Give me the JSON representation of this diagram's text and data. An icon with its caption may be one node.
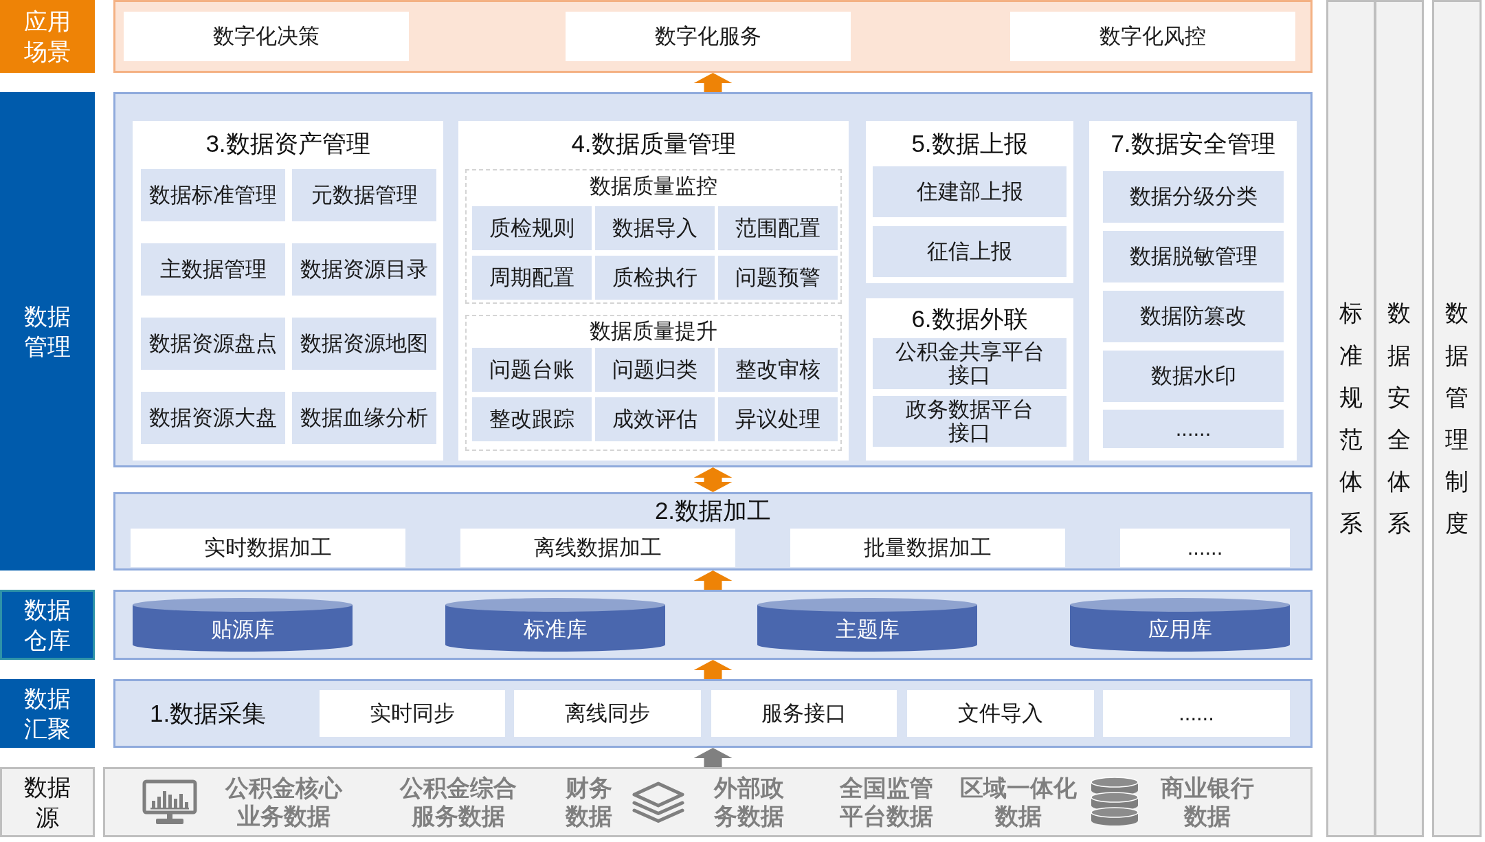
{
  "diagram": {
    "nodes": [
      {
        "text": [
          "应用场景"
        ]
      },
      {
        "text": [],
        "shape": "box"
      },
      {
        "text": [
          "数字化决策"
        ],
        "in": 1
      },
      {
        "text": [
          "数字化服务"
        ],
        "in": 1
      },
      {
        "text": [
          "数字化风控"
        ],
        "in": 1
      },
      {
        "text": [
          "数据管理"
        ]
      },
      {
        "text": [],
        "shape": "box"
      },
      {
        "text": [
          "3.数据资产管理"
        ],
        "in": 6
      },
      {
        "text": [
          "数据标准管理"
        ],
        "in": 7
      },
      {
        "text": [
          "元数据管理"
        ],
        "in": 7
      },
      {
        "text": [
          "主数据管理"
        ],
        "in": 7
      },
      {
        "text": [
          "数据资源目录"
        ],
        "in": 7
      },
      {
        "text": [
          "数据资源盘点"
        ],
        "in": 7
      },
      {
        "text": [
          "数据资源地图"
        ],
        "in": 7
      },
      {
        "text": [
          "数据资源大盘"
        ],
        "in": 7
      },
      {
        "text": [
          "数据血缘分析"
        ],
        "in": 7
      },
      {
        "text": [
          "4.数据质量管理"
        ],
        "in": 6
      },
      {
        "text": [
          "数据质量监控"
        ],
        "in": 16
      },
      {
        "text": [
          "质检规则"
        ],
        "in": 17
      },
      {
        "text": [
          "数据导入"
        ],
        "in": 17
      },
      {
        "text": [
          "范围配置"
        ],
        "in": 17
      },
      {
        "text": [
          "周期配置"
        ],
        "in": 17
      },
      {
        "text": [
          "质检执行"
        ],
        "in": 17
      },
      {
        "text": [
          "问题预警"
        ],
        "in": 17
      },
      {
        "text": [
          "数据质量提升"
        ],
        "in": 16
      },
      {
        "text": [
          "问题台账"
        ],
        "in": 24
      },
      {
        "text": [
          "问题归类"
        ],
        "in": 24
      },
      {
        "text": [
          "整改审核"
        ],
        "in": 24
      },
      {
        "text": [
          "整改跟踪"
        ],
        "in": 24
      },
      {
        "text": [
          "成效评估"
        ],
        "in": 24
      },
      {
        "text": [
          "异议处理"
        ],
        "in": 24
      },
      {
        "text": [
          "5.数据上报"
        ],
        "in": 6
      },
      {
        "text": [
          "住建部上报"
        ],
        "in": 31
      },
      {
        "text": [
          "征信上报"
        ],
        "in": 31
      },
      {
        "text": [
          "6.数据外联"
        ],
        "in": 6
      },
      {
        "text": [
          "公积金共享平台接口"
        ],
        "in": 34
      },
      {
        "text": [
          "政务数据平台接口"
        ],
        "in": 34
      },
      {
        "text": [
          "7.数据安全管理"
        ],
        "in": 6
      },
      {
        "text": [
          "数据分级分类"
        ],
        "in": 37
      },
      {
        "text": [
          "数据脱敏管理"
        ],
        "in": 37
      },
      {
        "text": [
          "数据防篡改"
        ],
        "in": 37
      },
      {
        "text": [
          "数据水印"
        ],
        "in": 37
      },
      {
        "text": [
          "......"
        ],
        "in": 37
      },
      {
        "text": [
          "2.数据加工"
        ]
      },
      {
        "text": [
          "实时数据加工"
        ],
        "in": 43
      },
      {
        "text": [
          "离线数据加工"
        ],
        "in": 43
      },
      {
        "text": [
          "批量数据加工"
        ],
        "in": 43
      },
      {
        "text": [
          "......"
        ],
        "in": 43
      },
      {
        "text": [
          "数据仓库"
        ]
      },
      {
        "text": [],
        "shape": "box"
      },
      {
        "text": [
          "贴源库"
        ],
        "in": 49
      },
      {
        "text": [
          "标准库"
        ],
        "in": 49
      },
      {
        "text": [
          "主题库"
        ],
        "in": 49
      },
      {
        "text": [
          "应用库"
        ],
        "in": 49
      },
      {
        "text": [
          "数据汇聚"
        ]
      },
      {
        "text": [
          "1.数据采集"
        ]
      },
      {
        "text": [
          "实时同步"
        ],
        "in": 55
      },
      {
        "text": [
          "离线同步"
        ],
        "in": 55
      },
      {
        "text": [
          "服务接口"
        ],
        "in": 55
      },
      {
        "text": [
          "文件导入"
        ],
        "in": 55
      },
      {
        "text": [
          "......"
        ],
        "in": 55
      },
      {
        "text": [
          "数据源"
        ]
      },
      {
        "text": [
          "公积金核心业务数据",
          "公积金综合服务数据",
          "财务数据",
          "外部政务数据",
          "全国监管平台数据",
          "区域一体化数据",
          "商业银行数据"
        ]
      },
      {
        "text": [
          "标准规范体系"
        ]
      },
      {
        "text": [
          "数据安全体系"
        ]
      },
      {
        "text": [
          "数据管理制度"
        ]
      }
    ],
    "edges": [
      {
        "from": 6,
        "to": 1,
        "arrow": "to"
      },
      {
        "from": 43,
        "to": 6,
        "arrow": "both"
      },
      {
        "from": 49,
        "to": 43,
        "arrow": "to"
      },
      {
        "from": 55,
        "to": 49,
        "arrow": "to"
      },
      {
        "from": 62,
        "to": 55,
        "arrow": "to",
        "color": "#808080"
      }
    ]
  }
}
